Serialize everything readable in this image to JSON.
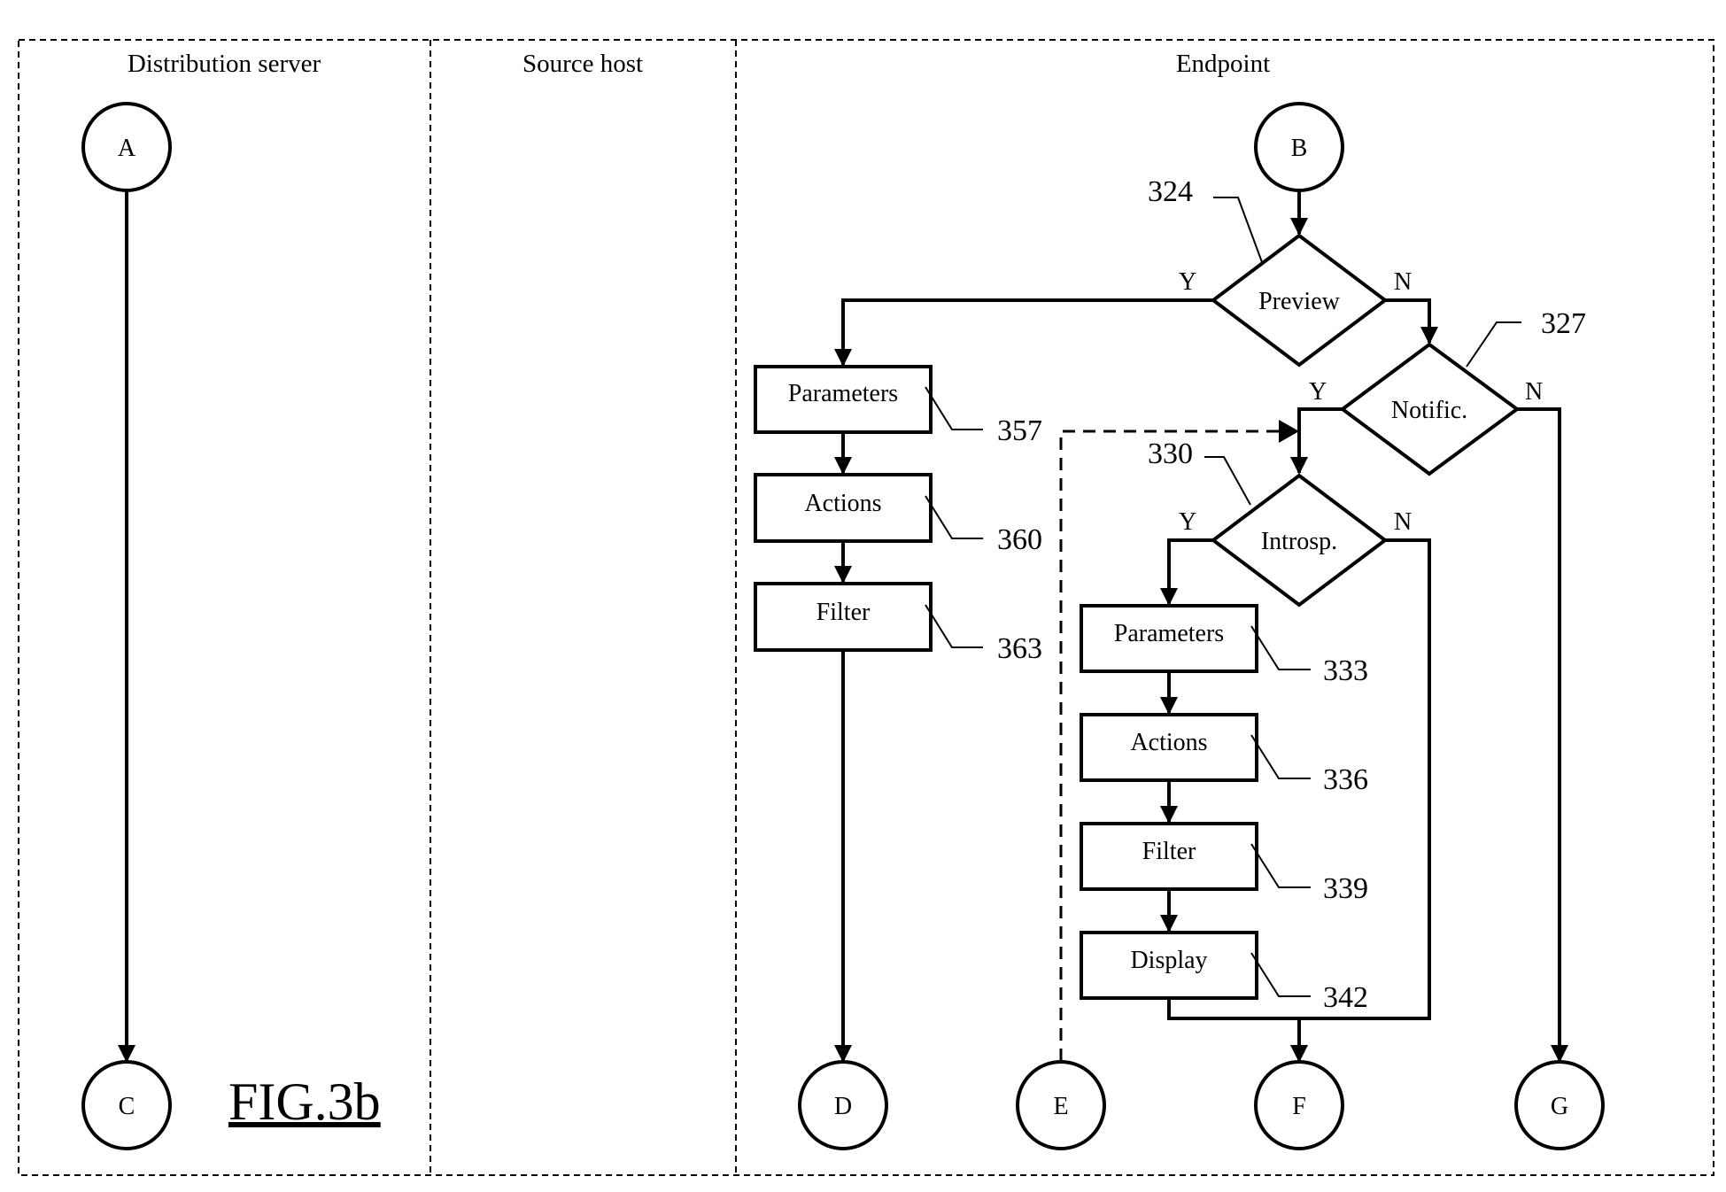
{
  "lanes": {
    "distribution_server": "Distribution server",
    "source_host": "Source host",
    "endpoint": "Endpoint"
  },
  "connectors": {
    "A": "A",
    "B": "B",
    "C": "C",
    "D": "D",
    "E": "E",
    "F": "F",
    "G": "G"
  },
  "decisions": {
    "preview": "Preview",
    "notific": "Notific.",
    "introsp": "Introsp."
  },
  "left_branch": {
    "parameters": "Parameters",
    "actions": "Actions",
    "filter": "Filter"
  },
  "right_branch": {
    "parameters": "Parameters",
    "actions": "Actions",
    "filter": "Filter",
    "display": "Display"
  },
  "refs": {
    "r324": "324",
    "r327": "327",
    "r330": "330",
    "r357": "357",
    "r360": "360",
    "r363": "363",
    "r333": "333",
    "r336": "336",
    "r339": "339",
    "r342": "342"
  },
  "branch_labels": {
    "yes": "Y",
    "no": "N"
  },
  "figure_label": "FIG.3b"
}
